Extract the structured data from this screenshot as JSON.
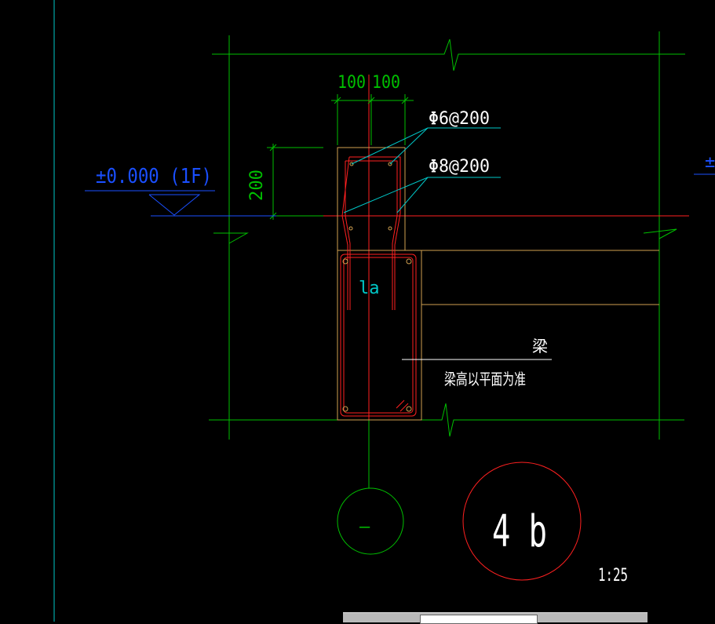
{
  "drawing": {
    "elevation_left": "±0.000  (1F)",
    "elevation_right_partial": "±",
    "dim_top_left": "100",
    "dim_top_right": "100",
    "dim_vertical": "200",
    "rebar_stirrup": "Φ6@200",
    "rebar_main": "Φ8@200",
    "anchorage_label": "la",
    "beam_label": "梁",
    "beam_note": "梁高以平面为准",
    "axis_bubble_label": "—",
    "detail_number": "4 b",
    "scale": "1:25"
  },
  "colors": {
    "background": "#000000",
    "green": "#00c000",
    "cyan": "#00c8c8",
    "red": "#ff2020",
    "orange": "#d0a050",
    "blue": "#1a4fff",
    "white": "#ffffff"
  }
}
